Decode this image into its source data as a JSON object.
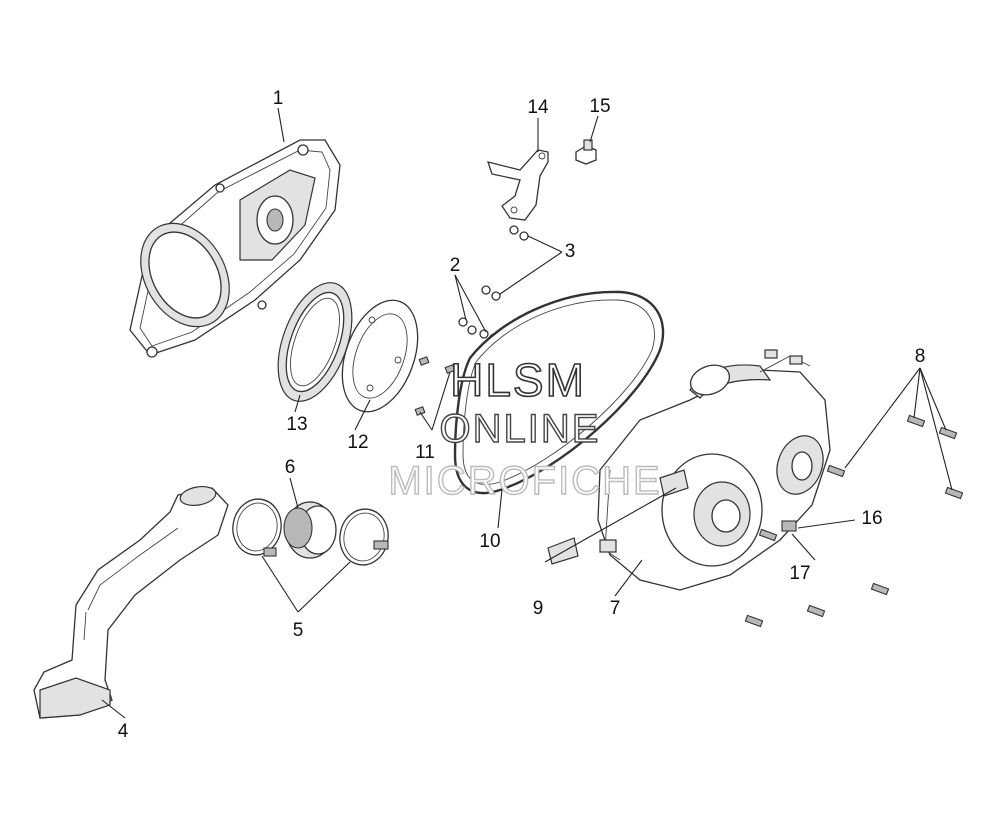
{
  "callouts": [
    "1",
    "2",
    "3",
    "4",
    "5",
    "6",
    "7",
    "8",
    "9",
    "10",
    "11",
    "12",
    "13",
    "14",
    "15",
    "16",
    "17"
  ],
  "watermark": {
    "line1": "HLSM",
    "line2": "ONLINE",
    "line3": "MICROFICHE"
  },
  "colors": {
    "line": "#333333",
    "shade": "#e2e2e2",
    "background": "#ffffff"
  }
}
